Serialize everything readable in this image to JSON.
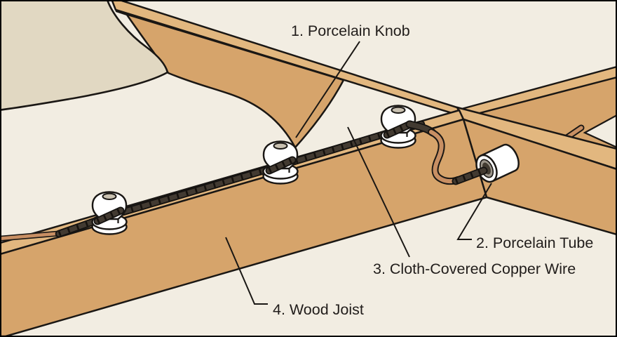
{
  "figure": {
    "kind": "labeled-illustration",
    "labels": [
      {
        "number": "1",
        "name": "Porcelain Knob",
        "text": "1. Porcelain Knob"
      },
      {
        "number": "2",
        "name": "Porcelain Tube",
        "text": "2. Porcelain Tube"
      },
      {
        "number": "3",
        "name": "Cloth-Covered Copper Wire",
        "text": "3. Cloth-Covered Copper Wire"
      },
      {
        "number": "4",
        "name": "Wood Joist",
        "text": "4. Wood Joist"
      }
    ],
    "colors": {
      "background": "#F2EDE2",
      "wood_face": "#D6A46B",
      "wood_edge_light": "#E2B77F",
      "insulation_beige": "#E1D8C2",
      "outline": "#1A1714",
      "wire_cloth": "#423A31",
      "copper": "#C88F63",
      "porcelain": "#FFFFFF",
      "porcelain_hole": "#C9C1B1",
      "tube_ring": "#9B958A",
      "tube_hole": "#423B31",
      "label_text": "#211D1B"
    }
  }
}
